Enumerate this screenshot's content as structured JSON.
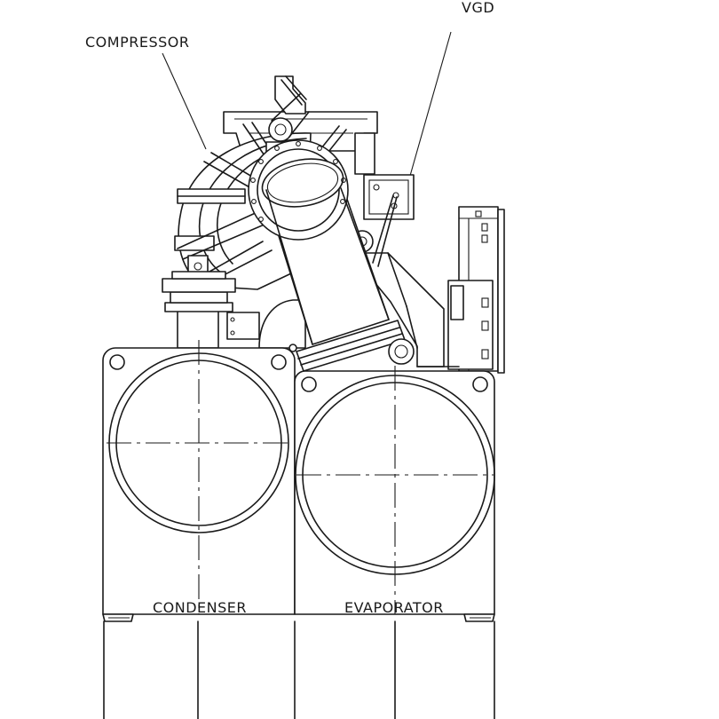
{
  "labels": {
    "vgd": "VGD",
    "compressor": "COMPRESSOR",
    "condenser": "CONDENSER",
    "evaporator": "EVAPORATOR"
  },
  "colors": {
    "line": "#1a1a1a",
    "background": "#ffffff"
  }
}
